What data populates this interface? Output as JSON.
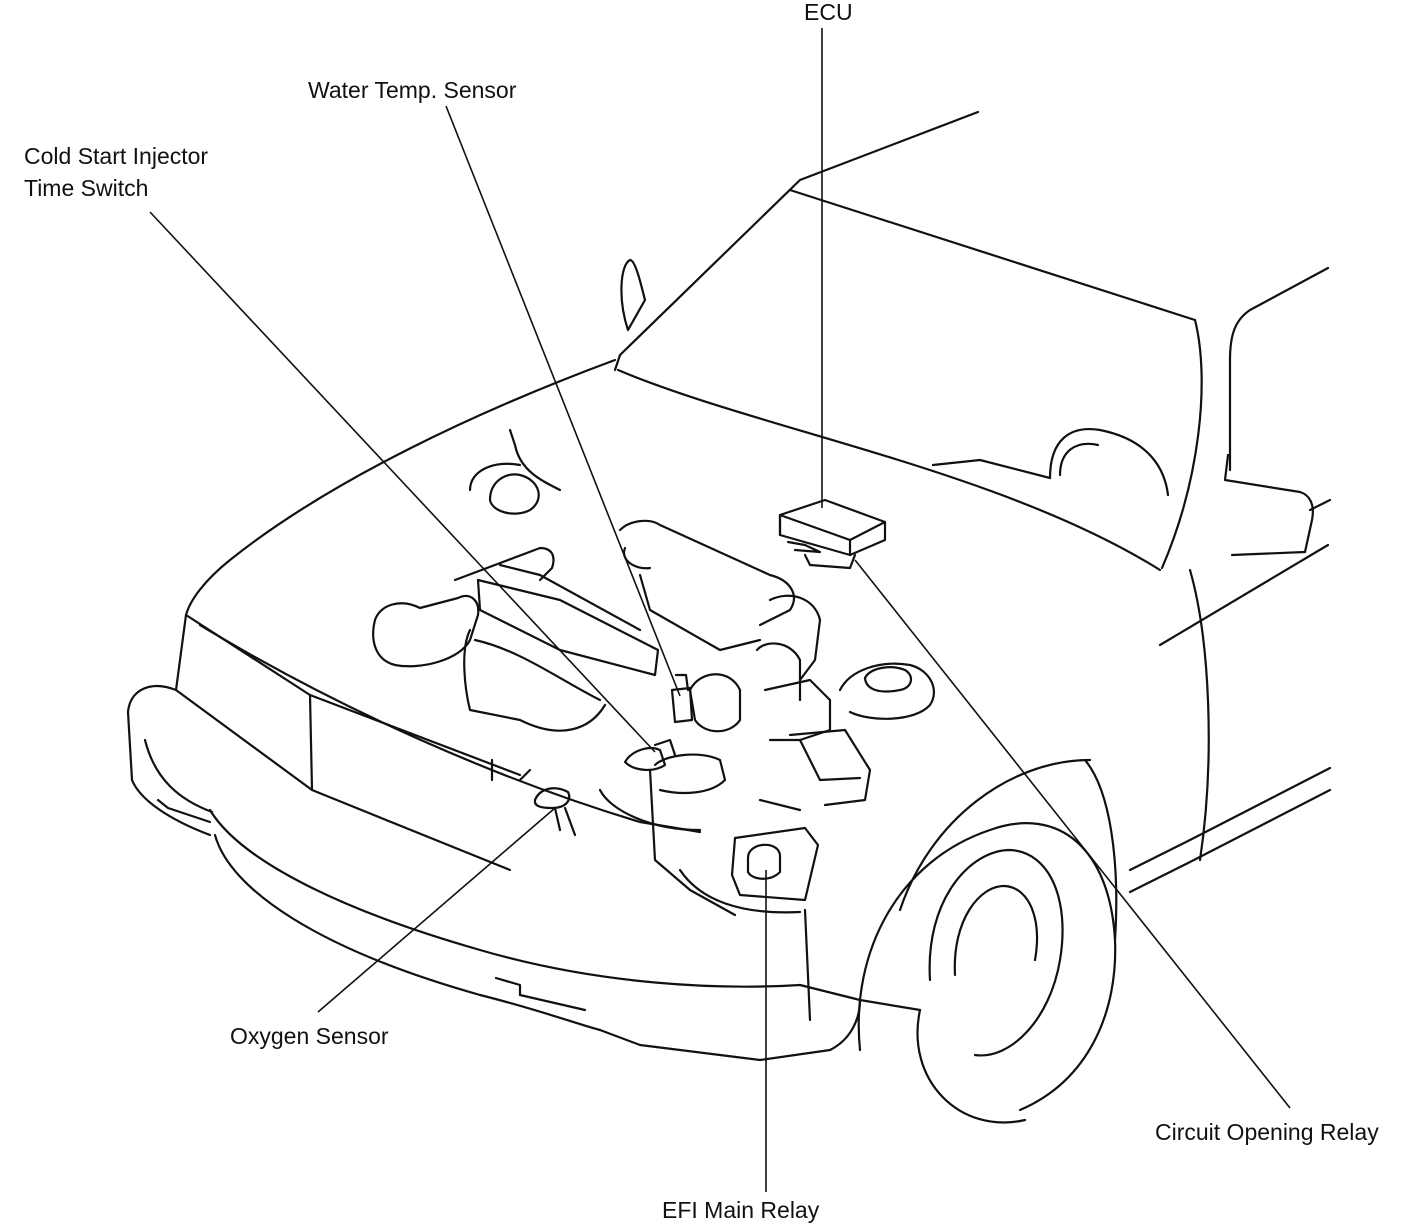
{
  "labels": {
    "ecu": "ECU",
    "water_temp_sensor": "Water Temp. Sensor",
    "cold_start_line1": "Cold Start Injector",
    "cold_start_line2": "Time Switch",
    "oxygen_sensor": "Oxygen Sensor",
    "efi_main_relay": "EFI Main Relay",
    "circuit_opening_relay": "Circuit Opening Relay"
  },
  "colors": {
    "line": "#111111",
    "background": "#ffffff"
  }
}
